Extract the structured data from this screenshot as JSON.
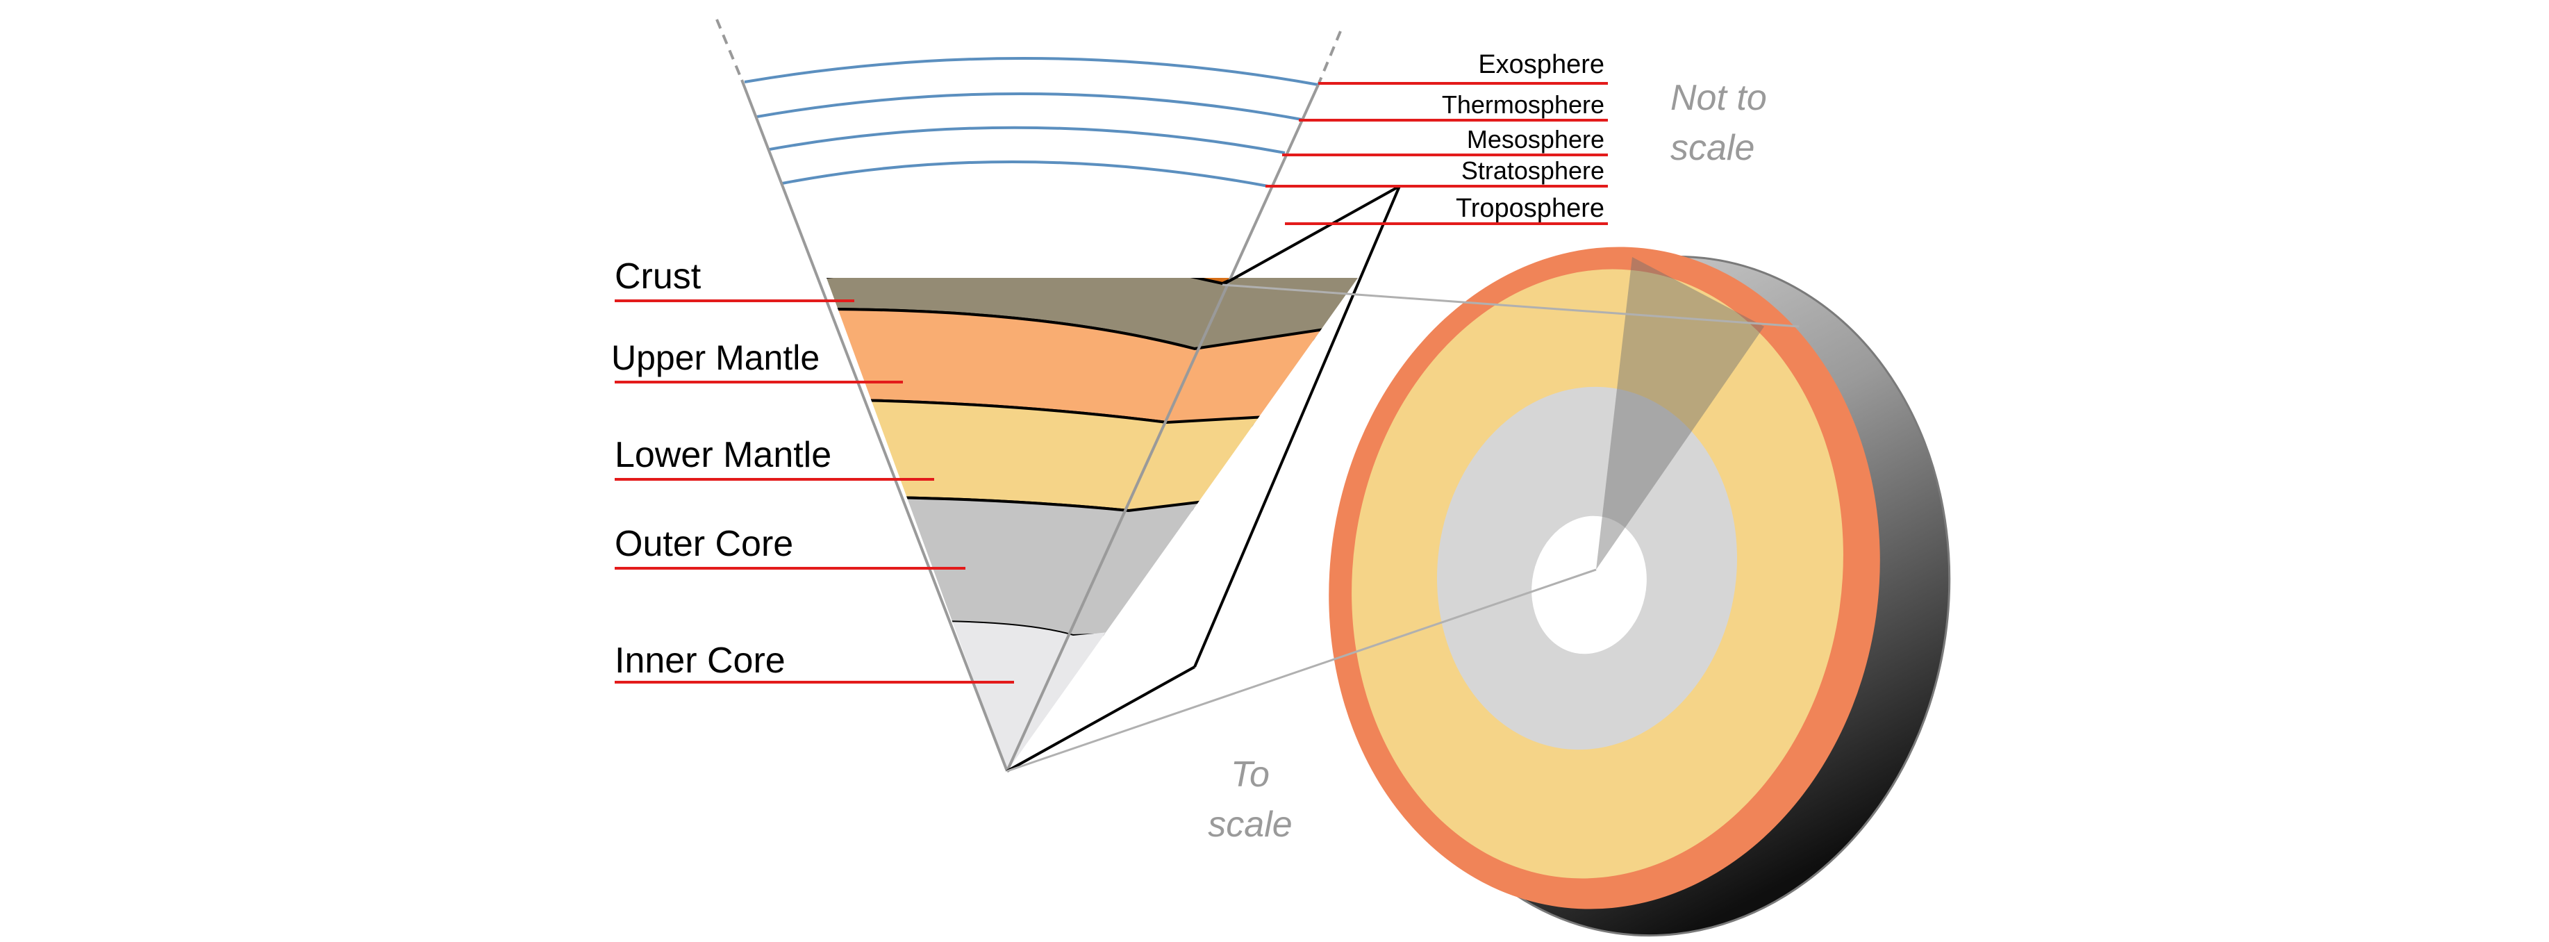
{
  "diagram": {
    "atmosphere_layers": [
      "Exosphere",
      "Thermosphere",
      "Mesosphere",
      "Stratosphere",
      "Troposphere"
    ],
    "interior_layers": [
      "Crust",
      "Upper Mantle",
      "Lower Mantle",
      "Outer Core",
      "Inner Core"
    ],
    "notes": {
      "not_to_scale_line1": "Not to",
      "not_to_scale_line2": "scale",
      "to_scale_line1": "To",
      "to_scale_line2": "scale"
    },
    "colors": {
      "atmosphere_line": "#5b8fbf",
      "leader_line": "#e31b1b",
      "crust": "#948b74",
      "upper_mantle": "#f9ad72",
      "lower_mantle": "#f5d488",
      "outer_core": "#c4c4c4",
      "inner_core": "#e8e8ea",
      "ocean": "#aed9e3",
      "disc_rim": "#f08458",
      "mountain": "#cc6610"
    }
  }
}
